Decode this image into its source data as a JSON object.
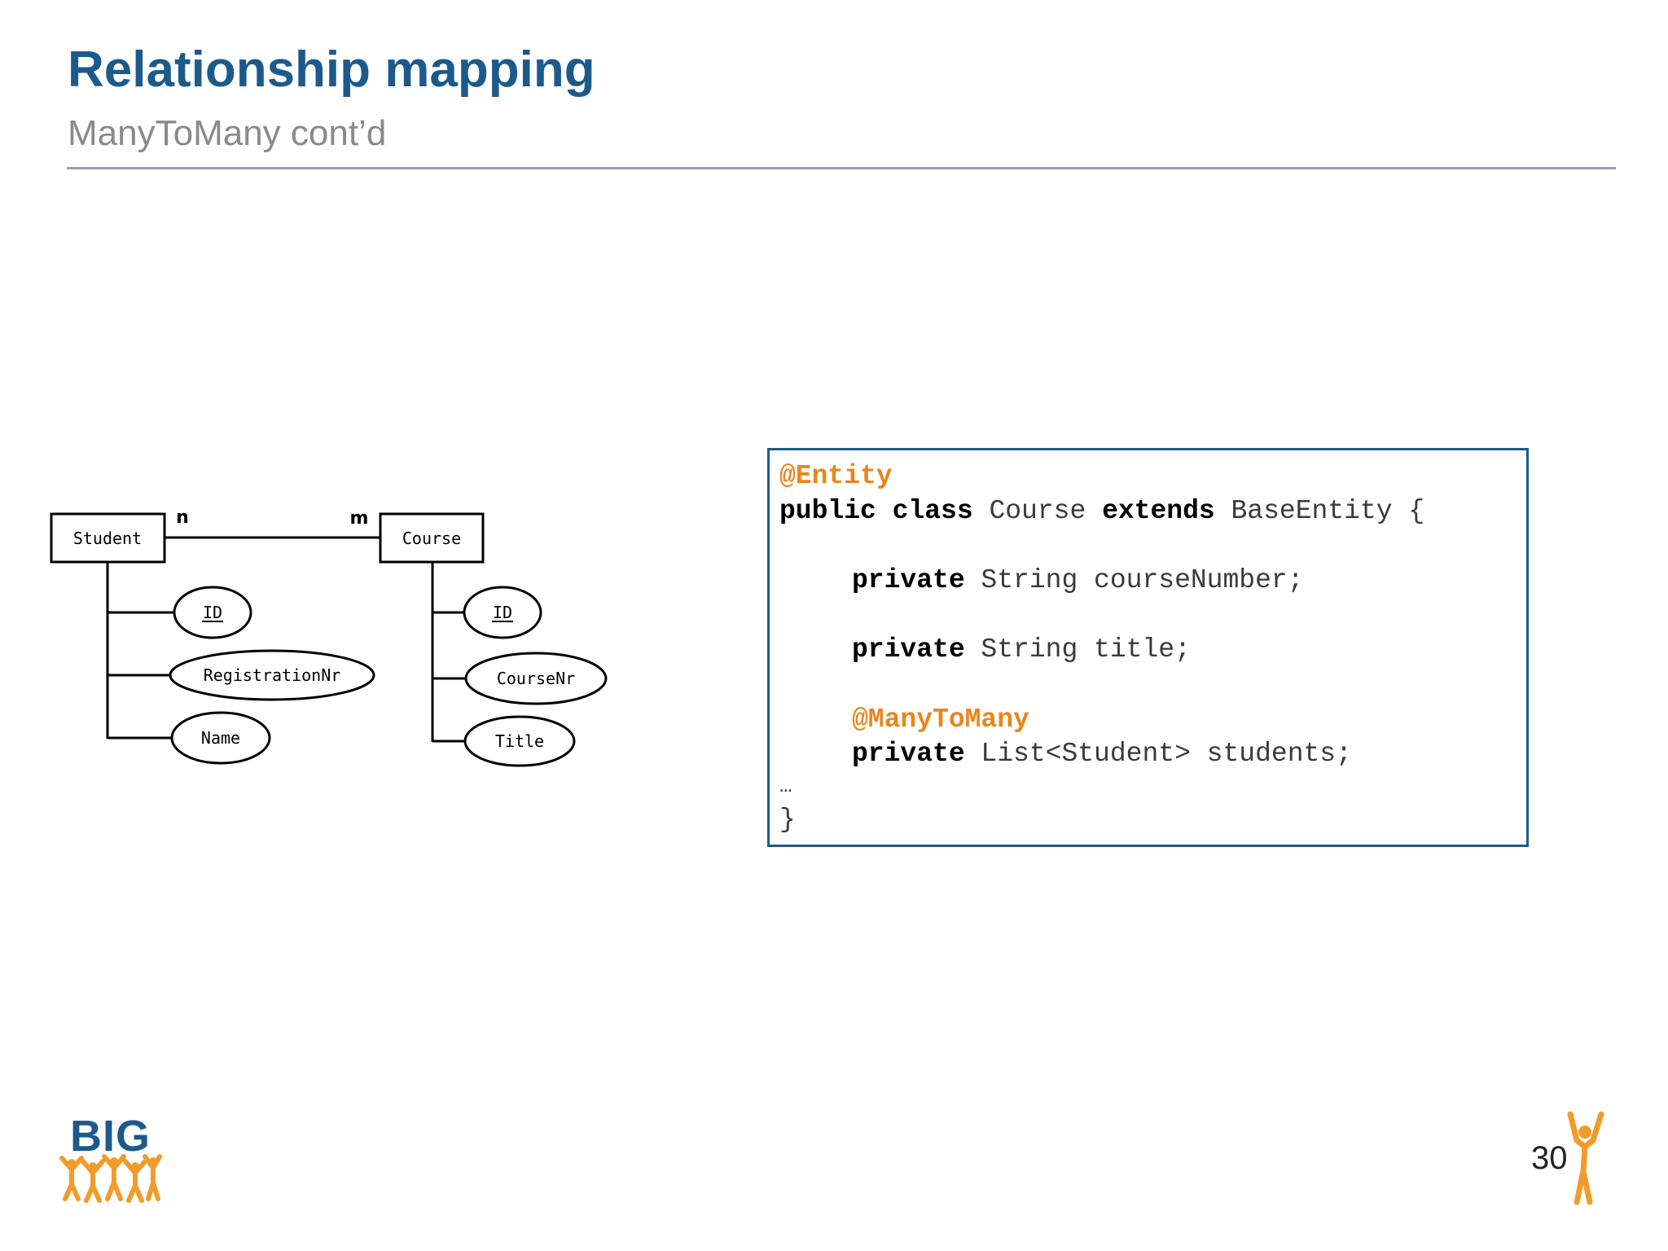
{
  "slide": {
    "title": "Relationship mapping",
    "subtitle": "ManyToMany cont’d",
    "page_number": "30",
    "logo_text": "BIG"
  },
  "er_diagram": {
    "student": {
      "entity": "Student",
      "cardinality": "n",
      "attributes": [
        {
          "label": "ID",
          "key": true
        },
        {
          "label": "RegistrationNr",
          "key": false
        },
        {
          "label": "Name",
          "key": false
        }
      ]
    },
    "course": {
      "entity": "Course",
      "cardinality": "m",
      "attributes": [
        {
          "label": "ID",
          "key": true
        },
        {
          "label": "CourseNr",
          "key": false
        },
        {
          "label": "Title",
          "key": false
        }
      ]
    }
  },
  "code": {
    "ann_entity": "@Entity",
    "kw_public_class": "public class",
    "class_name": " Course ",
    "kw_extends": "extends",
    "base_tail": " BaseEntity {",
    "kw_private_1": "private",
    "field_1": " String courseNumber;",
    "kw_private_2": "private",
    "field_2": " String title;",
    "ann_many": "@ManyToMany",
    "kw_private_3": "private",
    "field_3": " List<Student> students;",
    "ellipsis": "…",
    "closing": "}"
  },
  "colors": {
    "title": "#1c5a8c",
    "subtitle": "#8a8a8a",
    "annotation": "#e8861b",
    "code_border": "#1d5c86",
    "logo_orange": "#f29b2c"
  },
  "icons": [
    "big-logo-icon",
    "mascot-icon"
  ]
}
